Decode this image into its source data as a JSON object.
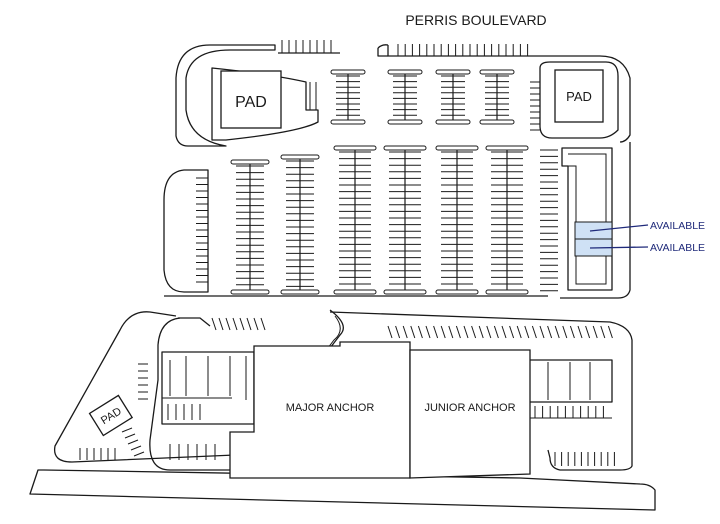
{
  "map": {
    "street": "PERRIS BOULEVARD",
    "pad_labels": [
      "PAD",
      "PAD",
      "PAD"
    ],
    "anchors": {
      "major": "MAJOR ANCHOR",
      "junior": "JUNIOR ANCHOR"
    },
    "available_units": [
      {
        "label": "AVAILABLE"
      },
      {
        "label": "AVAILABLE"
      }
    ],
    "colors": {
      "available_fill": "#cfe1f5",
      "available_line": "#1f2a7a",
      "outline": "#1a1a1a"
    }
  }
}
